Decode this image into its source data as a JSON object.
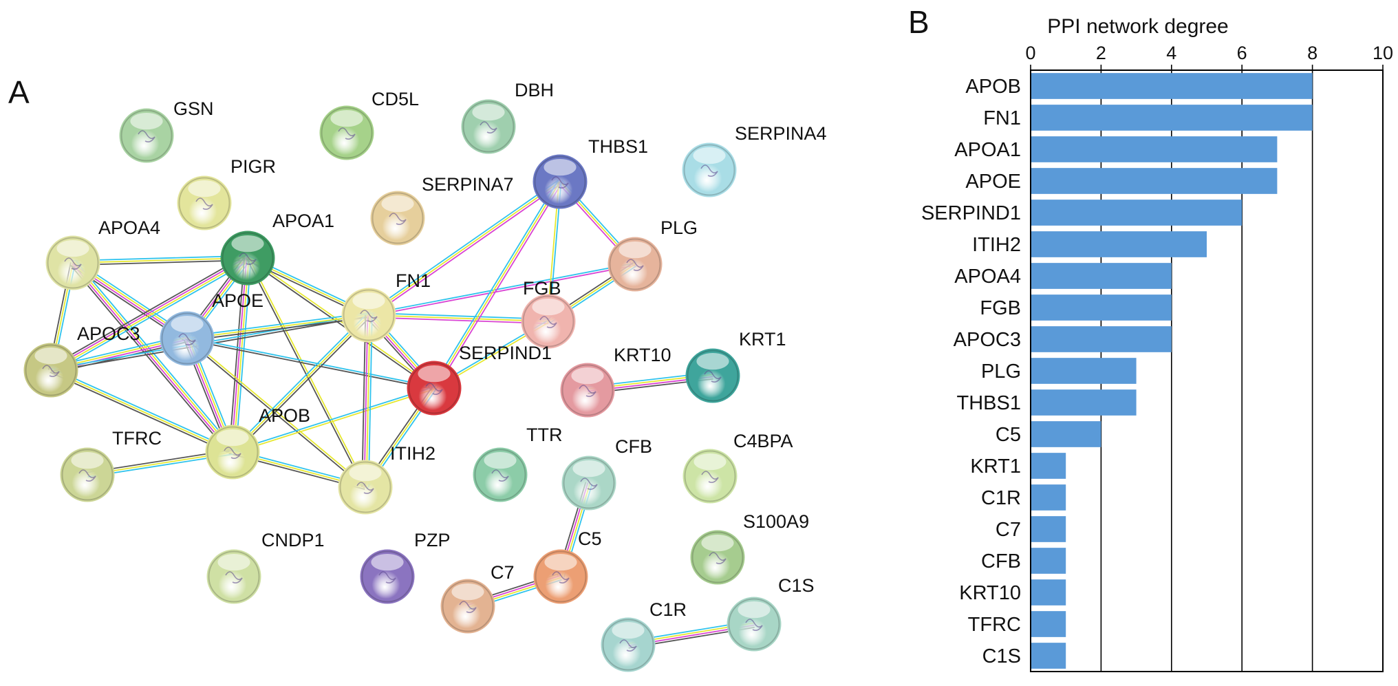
{
  "panel_a": {
    "letter": "A",
    "nodes": [
      {
        "id": "GSN",
        "color": "#a9d3a3"
      },
      {
        "id": "CD5L",
        "color": "#a6d28a"
      },
      {
        "id": "DBH",
        "color": "#9fcfae"
      },
      {
        "id": "THBS1",
        "color": "#6b78c4"
      },
      {
        "id": "SERPINA4",
        "color": "#a9dde6"
      },
      {
        "id": "PIGR",
        "color": "#e3e59c"
      },
      {
        "id": "SERPINA7",
        "color": "#e6cf9c"
      },
      {
        "id": "APOA4",
        "color": "#dfe3a5"
      },
      {
        "id": "APOA1",
        "color": "#3f9c63"
      },
      {
        "id": "PLG",
        "color": "#e6b49c"
      },
      {
        "id": "FN1",
        "color": "#ece6a6"
      },
      {
        "id": "FGB",
        "color": "#f0b4ae"
      },
      {
        "id": "APOC3",
        "color": "#c6c884"
      },
      {
        "id": "APOE",
        "color": "#92b9df"
      },
      {
        "id": "SERPIND1",
        "color": "#d9393f"
      },
      {
        "id": "KRT10",
        "color": "#e49aa0"
      },
      {
        "id": "KRT1",
        "color": "#3fa59c"
      },
      {
        "id": "TFRC",
        "color": "#ccd696"
      },
      {
        "id": "APOB",
        "color": "#dde395"
      },
      {
        "id": "ITIH2",
        "color": "#e4e5a4"
      },
      {
        "id": "TTR",
        "color": "#8ccca8"
      },
      {
        "id": "CFB",
        "color": "#abd7c7"
      },
      {
        "id": "C4BPA",
        "color": "#cde4a6"
      },
      {
        "id": "S100A9",
        "color": "#a6cc8f"
      },
      {
        "id": "CNDP1",
        "color": "#cfe0a4"
      },
      {
        "id": "PZP",
        "color": "#8b74c0"
      },
      {
        "id": "C5",
        "color": "#ec9f74"
      },
      {
        "id": "C7",
        "color": "#e3b392"
      },
      {
        "id": "C1R",
        "color": "#a6d5cf"
      },
      {
        "id": "C1S",
        "color": "#a8d6c6"
      }
    ],
    "edges": [
      {
        "source": "APOA4",
        "target": "APOA1",
        "colors": [
          "#2fc3ec",
          "#e6e830",
          "#555555"
        ]
      },
      {
        "source": "APOA4",
        "target": "APOC3",
        "colors": [
          "#2fc3ec",
          "#e6e830",
          "#555555"
        ]
      },
      {
        "source": "APOA4",
        "target": "APOE",
        "colors": [
          "#2fc3ec",
          "#e6e830",
          "#d944d3",
          "#555555"
        ]
      },
      {
        "source": "APOA4",
        "target": "APOB",
        "colors": [
          "#2fc3ec",
          "#e6e830",
          "#d944d3",
          "#555555"
        ]
      },
      {
        "source": "APOA1",
        "target": "APOC3",
        "colors": [
          "#2fc3ec",
          "#e6e830",
          "#d944d3",
          "#555555"
        ]
      },
      {
        "source": "APOA1",
        "target": "APOE",
        "colors": [
          "#2fc3ec",
          "#e6e830",
          "#d944d3",
          "#555555"
        ]
      },
      {
        "source": "APOA1",
        "target": "APOB",
        "colors": [
          "#2fc3ec",
          "#e6e830",
          "#d944d3",
          "#555555"
        ]
      },
      {
        "source": "APOA1",
        "target": "FN1",
        "colors": [
          "#2fc3ec",
          "#e6e830",
          "#555555"
        ]
      },
      {
        "source": "APOA1",
        "target": "SERPIND1",
        "colors": [
          "#e6e830",
          "#555555"
        ]
      },
      {
        "source": "APOA1",
        "target": "ITIH2",
        "colors": [
          "#e6e830",
          "#555555"
        ]
      },
      {
        "source": "APOC3",
        "target": "APOE",
        "colors": [
          "#2fc3ec",
          "#e6e830",
          "#d944d3",
          "#555555"
        ]
      },
      {
        "source": "APOC3",
        "target": "APOB",
        "colors": [
          "#2fc3ec",
          "#e6e830",
          "#555555"
        ]
      },
      {
        "source": "APOC3",
        "target": "FN1",
        "colors": [
          "#2fc3ec",
          "#555555"
        ]
      },
      {
        "source": "APOE",
        "target": "APOB",
        "colors": [
          "#2fc3ec",
          "#e6e830",
          "#d944d3",
          "#555555"
        ]
      },
      {
        "source": "APOE",
        "target": "FN1",
        "colors": [
          "#2fc3ec",
          "#e6e830",
          "#555555"
        ]
      },
      {
        "source": "APOE",
        "target": "SERPIND1",
        "colors": [
          "#2fc3ec",
          "#555555"
        ]
      },
      {
        "source": "APOE",
        "target": "ITIH2",
        "colors": [
          "#e6e830",
          "#555555"
        ]
      },
      {
        "source": "APOB",
        "target": "FN1",
        "colors": [
          "#2fc3ec",
          "#e6e830",
          "#555555"
        ]
      },
      {
        "source": "APOB",
        "target": "SERPIND1",
        "colors": [
          "#2fc3ec",
          "#e6e830"
        ]
      },
      {
        "source": "APOB",
        "target": "ITIH2",
        "colors": [
          "#2fc3ec",
          "#e6e830",
          "#555555"
        ]
      },
      {
        "source": "APOB",
        "target": "TFRC",
        "colors": [
          "#2fc3ec",
          "#e6e830",
          "#555555"
        ]
      },
      {
        "source": "FN1",
        "target": "THBS1",
        "colors": [
          "#2fc3ec",
          "#e6e830",
          "#d944d3"
        ]
      },
      {
        "source": "FN1",
        "target": "PLG",
        "colors": [
          "#2fc3ec",
          "#d944d3"
        ]
      },
      {
        "source": "FN1",
        "target": "FGB",
        "colors": [
          "#2fc3ec",
          "#e6e830",
          "#d944d3"
        ]
      },
      {
        "source": "FN1",
        "target": "SERPIND1",
        "colors": [
          "#2fc3ec",
          "#e6e830",
          "#d944d3",
          "#555555"
        ]
      },
      {
        "source": "FN1",
        "target": "ITIH2",
        "colors": [
          "#2fc3ec",
          "#e6e830",
          "#d944d3",
          "#555555"
        ]
      },
      {
        "source": "SERPIND1",
        "target": "THBS1",
        "colors": [
          "#2fc3ec",
          "#e6e830",
          "#d944d3"
        ]
      },
      {
        "source": "SERPIND1",
        "target": "FGB",
        "colors": [
          "#2fc3ec",
          "#e6e830"
        ]
      },
      {
        "source": "SERPIND1",
        "target": "ITIH2",
        "colors": [
          "#2fc3ec",
          "#e6e830",
          "#555555"
        ]
      },
      {
        "source": "THBS1",
        "target": "PLG",
        "colors": [
          "#2fc3ec",
          "#e6e830",
          "#d944d3"
        ]
      },
      {
        "source": "THBS1",
        "target": "FGB",
        "colors": [
          "#2fc3ec",
          "#e6e830"
        ]
      },
      {
        "source": "PLG",
        "target": "FGB",
        "colors": [
          "#2fc3ec",
          "#e6e830",
          "#555555"
        ]
      },
      {
        "source": "KRT10",
        "target": "KRT1",
        "colors": [
          "#2fc3ec",
          "#e6e830",
          "#d944d3",
          "#555555"
        ]
      },
      {
        "source": "CFB",
        "target": "C5",
        "colors": [
          "#2fc3ec",
          "#e6e830",
          "#d944d3",
          "#555555"
        ]
      },
      {
        "source": "C5",
        "target": "C7",
        "colors": [
          "#2fc3ec",
          "#e6e830",
          "#d944d3",
          "#555555"
        ]
      },
      {
        "source": "C1R",
        "target": "C1S",
        "colors": [
          "#2fc3ec",
          "#e6e830",
          "#d944d3",
          "#555555"
        ]
      }
    ]
  },
  "panel_b": {
    "letter": "B",
    "chart_data": {
      "type": "bar",
      "orientation": "horizontal",
      "title": "PPI network degree",
      "categories": [
        "APOB",
        "FN1",
        "APOA1",
        "APOE",
        "SERPIND1",
        "ITIH2",
        "APOA4",
        "FGB",
        "APOC3",
        "PLG",
        "THBS1",
        "C5",
        "KRT1",
        "C1R",
        "C7",
        "CFB",
        "KRT10",
        "TFRC",
        "C1S"
      ],
      "values": [
        8,
        8,
        7,
        7,
        6,
        5,
        4,
        4,
        4,
        3,
        3,
        2,
        1,
        1,
        1,
        1,
        1,
        1,
        1
      ],
      "xlim": [
        0,
        10
      ],
      "xticks": [
        0,
        2,
        4,
        6,
        8,
        10
      ],
      "x_axis_position": "top",
      "grid": true,
      "bar_color": "#5a9ad8"
    }
  }
}
